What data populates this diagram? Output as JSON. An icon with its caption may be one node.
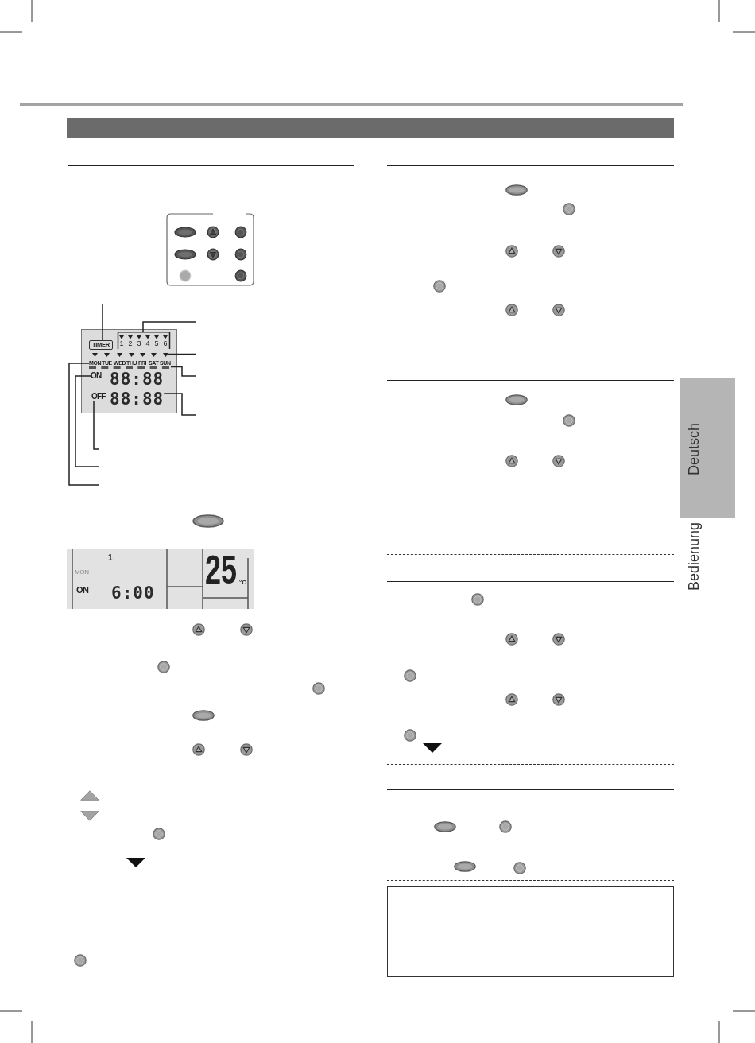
{
  "diagram": {
    "nodes": [
      {
        "text": [
          "TUE",
          "WED",
          "THU",
          "FRI",
          "SAT",
          "SUN",
          "88:88"
        ]
      },
      {
        "text": [
          "TIMER"
        ],
        "in": 0
      },
      {
        "text": [
          "1 2 3 4 5 6"
        ],
        "in": 0
      },
      {
        "text": [],
        "shape": "triangle",
        "in": 0
      },
      {
        "text": [
          "MON"
        ],
        "in": 0
      },
      {
        "text": [],
        "shape": "bar",
        "in": 0
      },
      {
        "text": [
          "ON"
        ],
        "in": 0
      },
      {
        "text": [
          "OFF"
        ],
        "in": 0
      },
      {
        "text": [
          "88:88"
        ],
        "in": 0
      },
      {
        "text": [
          "1",
          "MON",
          "ON",
          "6:00",
          "25",
          "°C"
        ]
      },
      {
        "text": [
          "Deutsch"
        ]
      },
      {
        "text": [],
        "shape": "box"
      }
    ],
    "edges": [
      {
        "from": null,
        "to": 1,
        "arrow": "none"
      },
      {
        "from": null,
        "to": 2,
        "arrow": "none"
      },
      {
        "from": null,
        "to": 3,
        "arrow": "none"
      },
      {
        "from": null,
        "to": 5,
        "arrow": "none"
      },
      {
        "from": null,
        "to": 8,
        "arrow": "none"
      },
      {
        "from": null,
        "to": 7,
        "arrow": "none"
      },
      {
        "from": null,
        "to": 6,
        "arrow": "none"
      },
      {
        "from": null,
        "to": 4,
        "arrow": "none"
      }
    ],
    "labels": [
      "Bedienung"
    ]
  }
}
